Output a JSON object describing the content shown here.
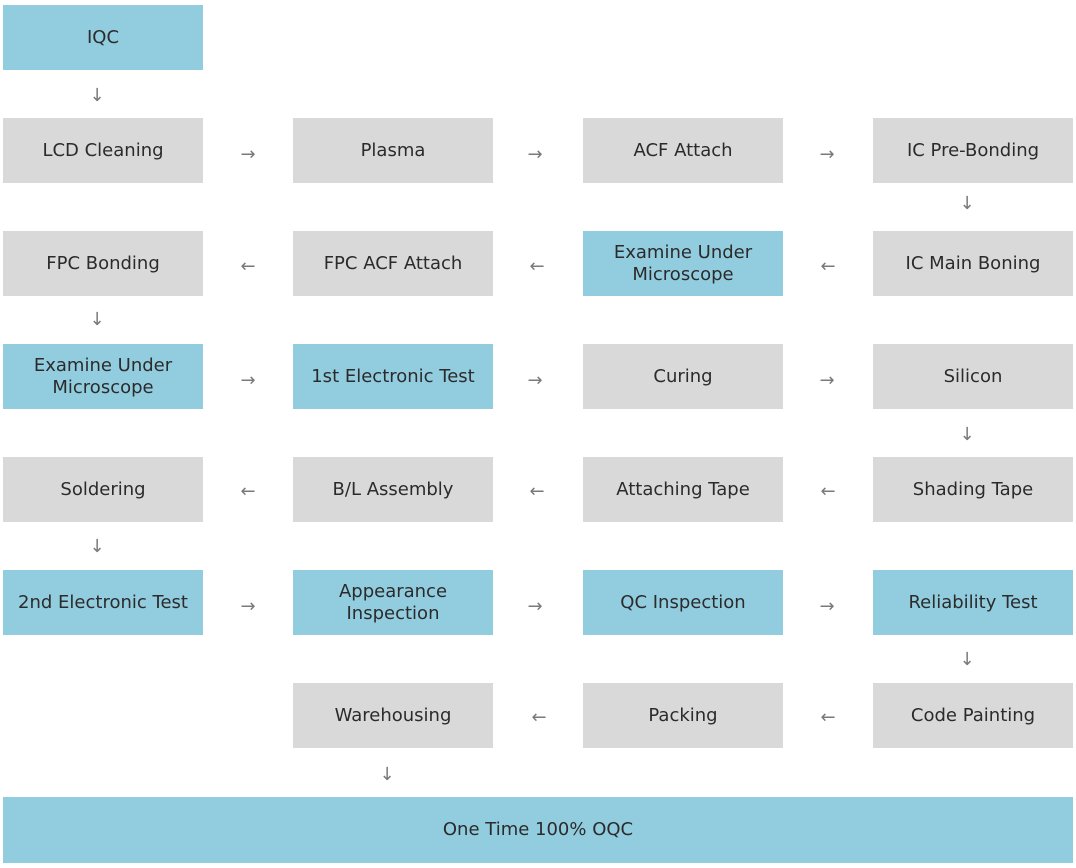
{
  "colors": {
    "gray_box": "#d9d9d9",
    "blue_box": "#92cddf",
    "arrow": "#7a7a7a",
    "text": "#2b2b2b"
  },
  "arrow_icons": {
    "right": "→",
    "left": "←",
    "down": "↓"
  },
  "steps": {
    "iqc": "IQC",
    "lcd_cleaning": "LCD Cleaning",
    "plasma": "Plasma",
    "acf_attach": "ACF Attach",
    "ic_pre_bonding": "IC Pre-Bonding",
    "ic_main_boning": "IC Main Boning",
    "examine_under_microscope_1": "Examine Under Microscope",
    "fpc_acf_attach": "FPC ACF Attach",
    "fpc_bonding": "FPC Bonding",
    "examine_under_microscope_2": "Examine Under Microscope",
    "first_electronic_test": "1st Electronic Test",
    "curing": "Curing",
    "silicon": "Silicon",
    "shading_tape": "Shading Tape",
    "attaching_tape": "Attaching Tape",
    "bl_assembly": "B/L Assembly",
    "soldering": "Soldering",
    "second_electronic_test": "2nd Electronic Test",
    "appearance_inspection": "Appearance Inspection",
    "qc_inspection": "QC Inspection",
    "reliability_test": "Reliability Test",
    "code_painting": "Code Painting",
    "packing": "Packing",
    "warehousing": "Warehousing",
    "oqc": "One Time 100% OQC"
  }
}
